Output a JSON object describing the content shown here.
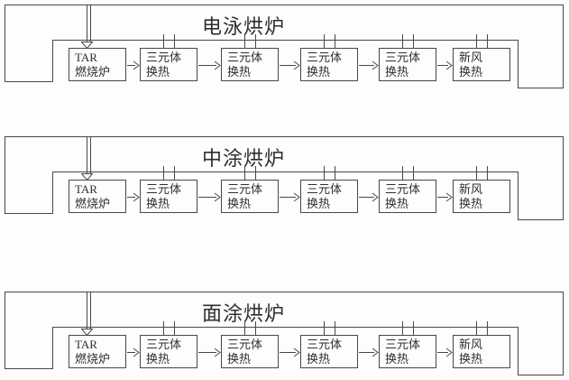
{
  "diagram": {
    "sections": [
      {
        "title": "电泳烘炉",
        "boxes": [
          {
            "line1": "TAR",
            "line2": "燃烧炉"
          },
          {
            "line1": "三元体",
            "line2": "换热"
          },
          {
            "line1": "三元体",
            "line2": "换热"
          },
          {
            "line1": "三元体",
            "line2": "换热"
          },
          {
            "line1": "三元体",
            "line2": "换热"
          },
          {
            "line1": "新风",
            "line2": "换热"
          }
        ]
      },
      {
        "title": "中涂烘炉",
        "boxes": [
          {
            "line1": "TAR",
            "line2": "燃烧炉"
          },
          {
            "line1": "三元体",
            "line2": "换热"
          },
          {
            "line1": "三元体",
            "line2": "换热"
          },
          {
            "line1": "三元体",
            "line2": "换热"
          },
          {
            "line1": "三元体",
            "line2": "换热"
          },
          {
            "line1": "新风",
            "line2": "换热"
          }
        ]
      },
      {
        "title": "面涂烘炉",
        "boxes": [
          {
            "line1": "TAR",
            "line2": "燃烧炉"
          },
          {
            "line1": "三元体",
            "line2": "换热"
          },
          {
            "line1": "三元体",
            "line2": "换热"
          },
          {
            "line1": "三元体",
            "line2": "换热"
          },
          {
            "line1": "三元体",
            "line2": "换热"
          },
          {
            "line1": "新风",
            "line2": "换热"
          }
        ]
      }
    ],
    "colors": {
      "line": "#474747",
      "background": "#fdfdfd",
      "text": "#2e2e2e"
    }
  }
}
